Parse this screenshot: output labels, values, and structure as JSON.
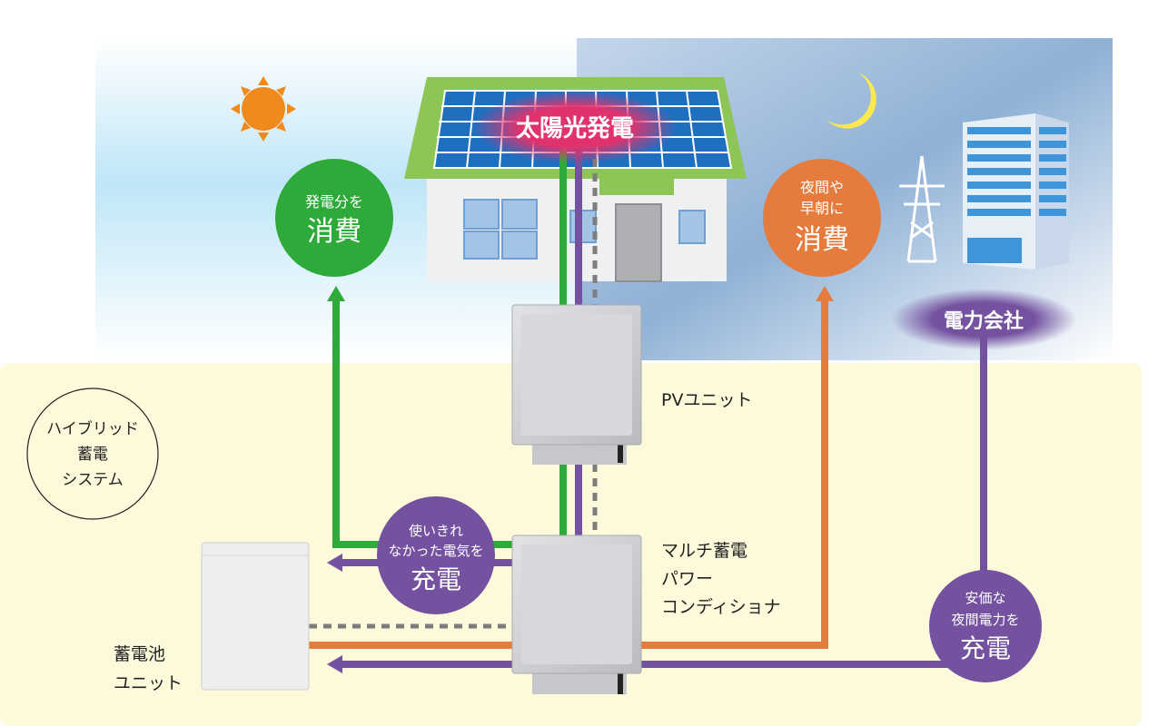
{
  "colors": {
    "green": "#2eaa3a",
    "purple": "#7452a0",
    "orange": "#e57b3c",
    "pink": "#e0336e",
    "panel_bg": "#fdfadc"
  },
  "header": {
    "solar_label": "太陽光発電",
    "utility_label": "電力会社"
  },
  "bubbles": {
    "self_consume": {
      "line1": "発電分を",
      "big": "消費"
    },
    "night_consume": {
      "line1": "夜間や",
      "line2": "早朝に",
      "big": "消費"
    },
    "surplus_charge": {
      "line1": "使いきれ",
      "line2": "なかった電気を",
      "big": "充電"
    },
    "night_charge": {
      "line1": "安価な",
      "line2": "夜間電力を",
      "big": "充電"
    }
  },
  "labels": {
    "pv_unit": "PVユニット",
    "power_conditioner": [
      "マルチ蓄電",
      "パワー",
      "コンディショナ"
    ],
    "battery_unit": [
      "蓄電池",
      "ユニット"
    ],
    "system": [
      "ハイブリッド",
      "蓄電",
      "システム"
    ]
  }
}
